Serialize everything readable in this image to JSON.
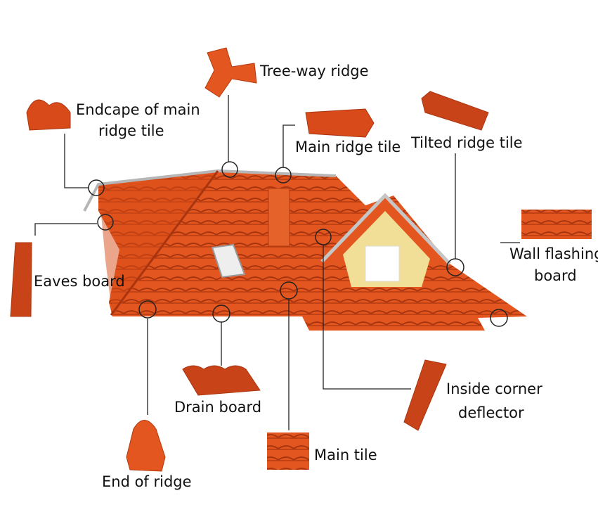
{
  "labels": {
    "tree_way_ridge": "Tree-way ridge",
    "endcape_line1": "Endcape of main",
    "endcape_line2": "ridge tile",
    "main_ridge_tile": "Main ridge tile",
    "tilted_ridge_tile": "Tilted ridge tile",
    "wall_flashing_line1": "Wall flashing",
    "wall_flashing_line2": "board",
    "eaves_board": "Eaves board",
    "drain_board": "Drain board",
    "end_of_ridge": "End of ridge",
    "main_tile": "Main tile",
    "inside_corner_line1": "Inside corner",
    "inside_corner_line2": "deflector"
  },
  "colors": {
    "tile": "#e2521c",
    "tile_dark": "#b8360e",
    "wall": "#f3e39a",
    "line": "#222222"
  }
}
